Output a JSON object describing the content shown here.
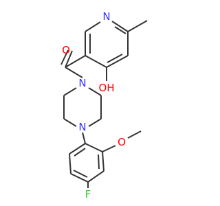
{
  "colors": {
    "bond": "#333333",
    "carbon": "#333333",
    "nitrogen": "#3333ff",
    "oxygen": "#ff0000",
    "fluorine": "#33cc33"
  },
  "atoms": {
    "pyridine_n": {
      "text": "N",
      "element": "nitrogen"
    },
    "carbonyl_o": {
      "text": "O",
      "element": "oxygen"
    },
    "hydroxyl": {
      "text": "OH",
      "element": "oxygen"
    },
    "piperazine_n1": {
      "text": "N",
      "element": "nitrogen"
    },
    "piperazine_n4": {
      "text": "N",
      "element": "nitrogen"
    },
    "methoxy_o": {
      "text": "O",
      "element": "oxygen"
    },
    "fluorine": {
      "text": "F",
      "element": "fluorine"
    }
  }
}
